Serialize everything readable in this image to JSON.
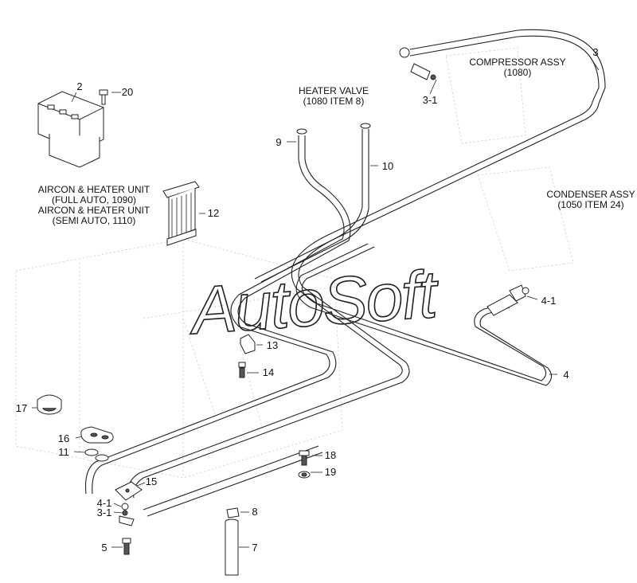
{
  "watermark": "AutoSoft",
  "components": {
    "compressor": [
      "COMPRESSOR ASSY",
      "(1080)"
    ],
    "heater_valve": [
      "HEATER VALVE",
      "(1080 ITEM 8)"
    ],
    "condenser": [
      "CONDENSER ASSY",
      "(1050 ITEM 24)"
    ],
    "aircon_unit": [
      "AIRCON & HEATER UNIT",
      "(FULL AUTO, 1090)",
      "AIRCON & HEATER UNIT",
      "(SEMI AUTO, 1110)"
    ]
  },
  "callouts": {
    "c2": "2",
    "c20": "20",
    "c3": "3",
    "c3_1_top": "3-1",
    "c9": "9",
    "c10": "10",
    "c12": "12",
    "c13": "13",
    "c14": "14",
    "c4_1_right": "4-1",
    "c4": "4",
    "c17": "17",
    "c16": "16",
    "c11": "11",
    "c15": "15",
    "c18": "18",
    "c19": "19",
    "c4_1_left": "4-1",
    "c3_1_left": "3-1",
    "c8": "8",
    "c5": "5",
    "c7": "7"
  }
}
